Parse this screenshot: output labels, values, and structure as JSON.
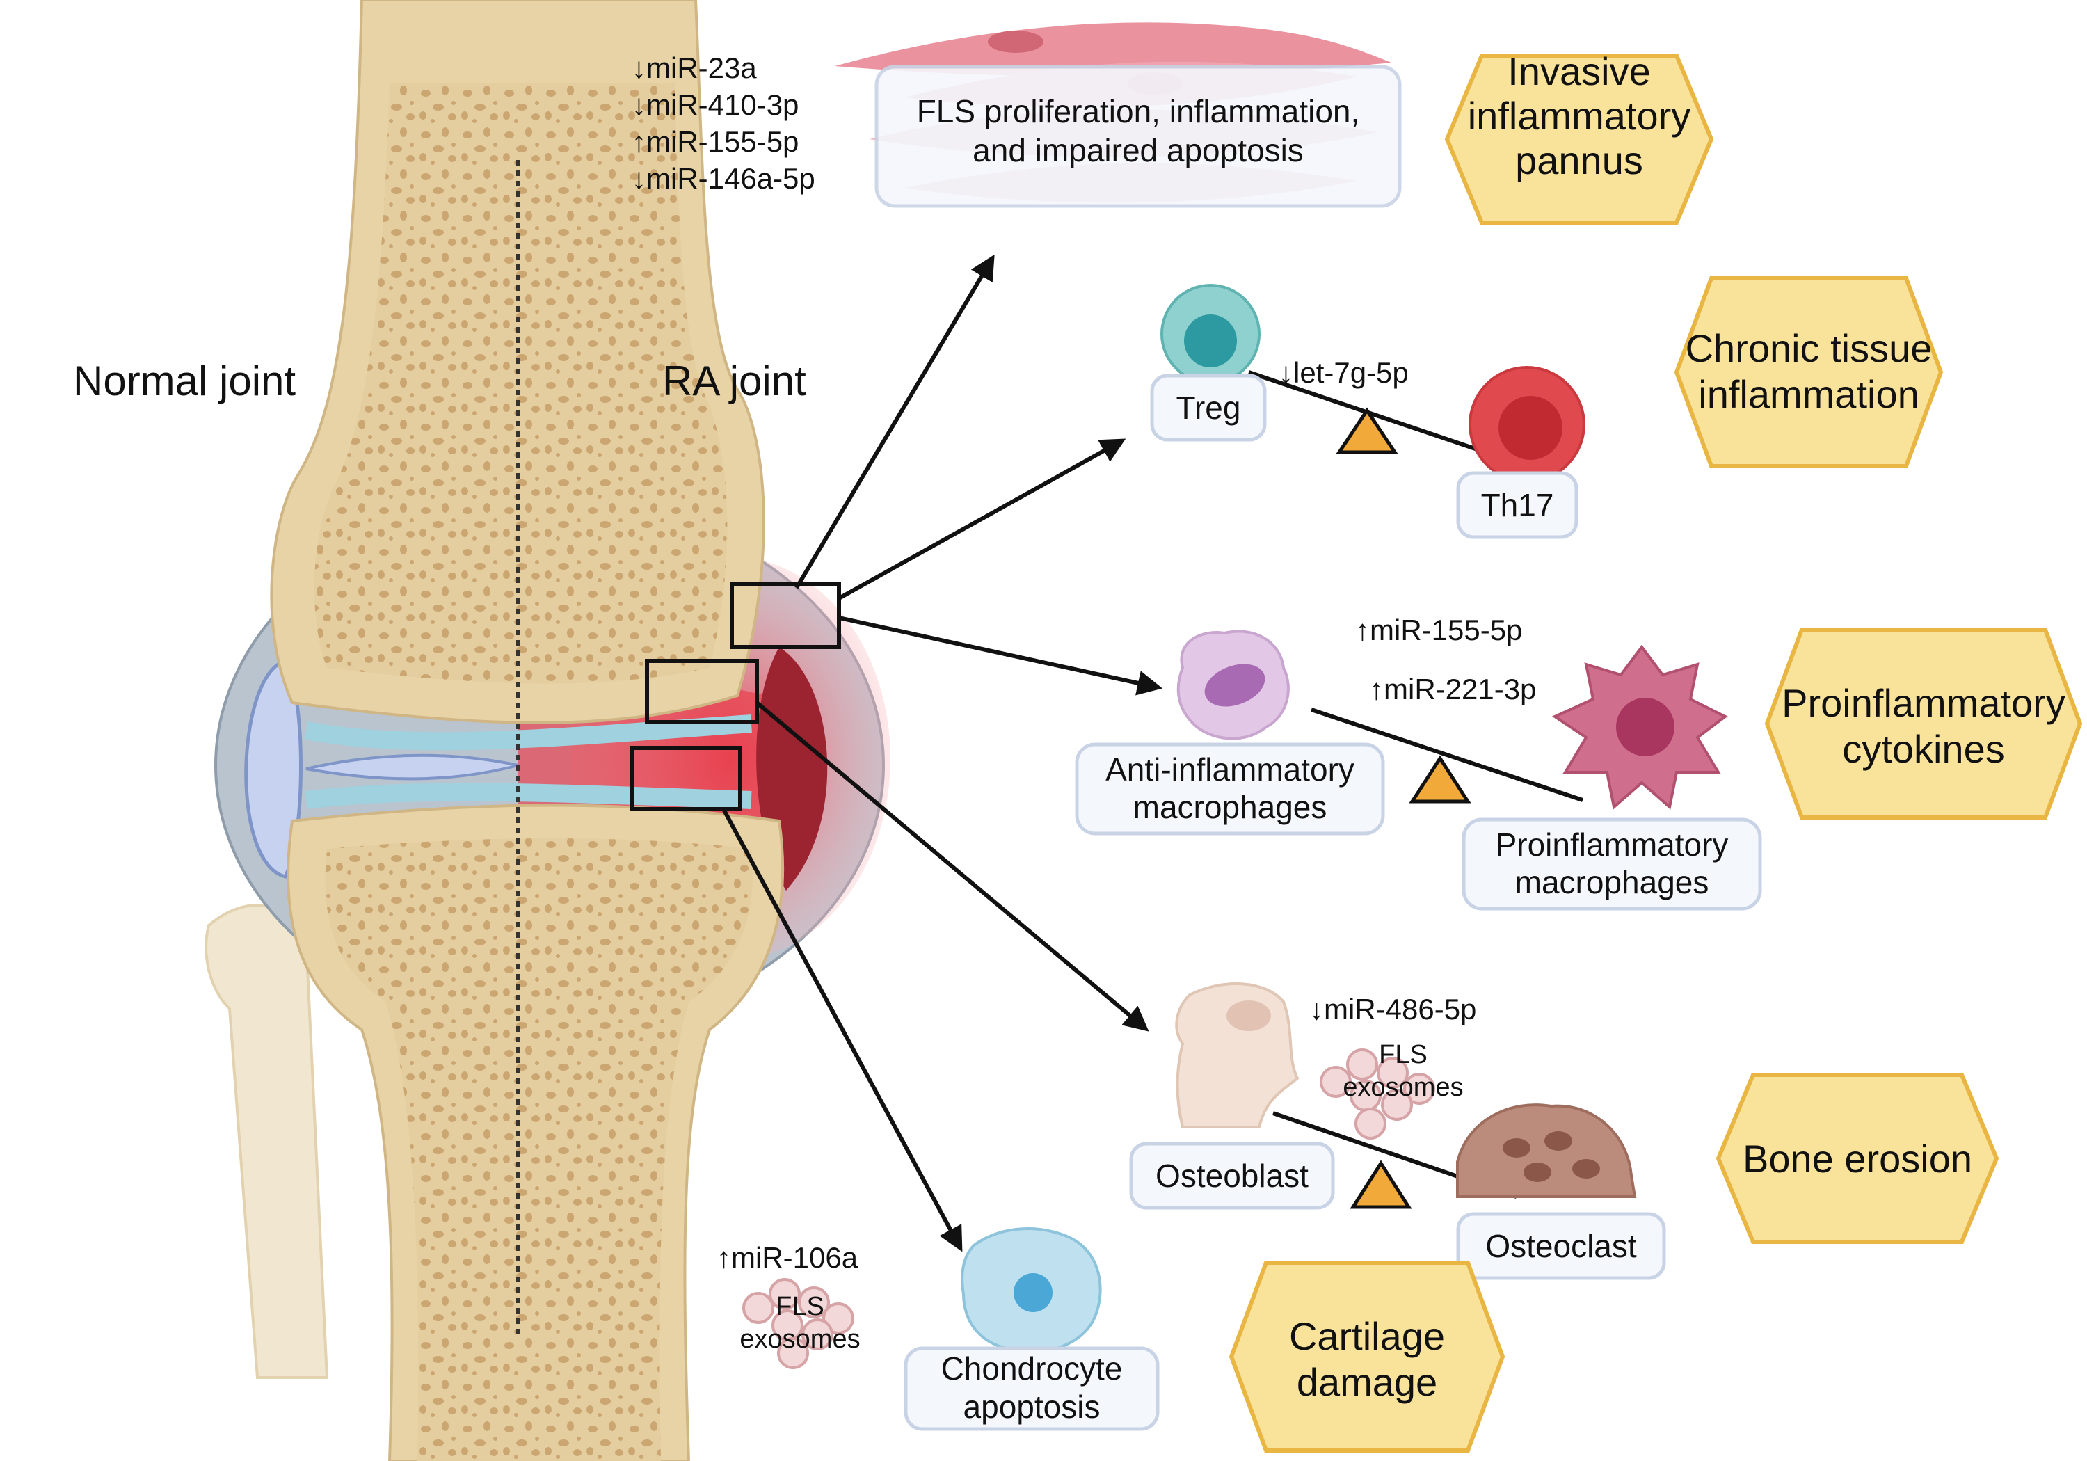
{
  "joint": {
    "normal_label": "Normal joint",
    "ra_label": "RA joint"
  },
  "fls": {
    "mirnas": [
      "↓miR-23a",
      "↓miR-410-3p",
      "↑miR-155-5p",
      "↓miR-146a-5p"
    ],
    "box_line1": "FLS proliferation, inflammation,",
    "box_line2": "and impaired apoptosis",
    "outcome": [
      "Invasive",
      "inflammatory",
      "pannus"
    ]
  },
  "tcells": {
    "mirna": "↓let-7g-5p",
    "treg": "Treg",
    "th17": "Th17",
    "outcome": [
      "Chronic tissue",
      "inflammation"
    ]
  },
  "macrophages": {
    "mirnas": [
      "↑miR-155-5p",
      "↑miR-221-3p"
    ],
    "anti": [
      "Anti-inflammatory",
      "macrophages"
    ],
    "pro": [
      "Proinflammatory",
      "macrophages"
    ],
    "outcome": [
      "Proinflammatory",
      "cytokines"
    ]
  },
  "bone": {
    "mirna": "↓miR-486-5p",
    "exosome": [
      "FLS",
      "exosomes"
    ],
    "osteoblast": "Osteoblast",
    "osteoclast": "Osteoclast",
    "outcome": [
      "Bone erosion"
    ]
  },
  "cartilage": {
    "mirna": "↑miR-106a",
    "exosome": [
      "FLS",
      "exosomes"
    ],
    "cell": [
      "Chondrocyte",
      "apoptosis"
    ],
    "outcome": [
      "Cartilage",
      "damage"
    ]
  },
  "colors": {
    "bone": "#e8d3a6",
    "bone_dark": "#c9a46e",
    "capsule": "#b9c4cf",
    "cartilage": "#9fd1df",
    "inflamed": "#e8414f",
    "hexagon_fill": "#f9e29a",
    "hexagon_stroke": "#e9b543",
    "fulcrum": "#f1a93a"
  }
}
